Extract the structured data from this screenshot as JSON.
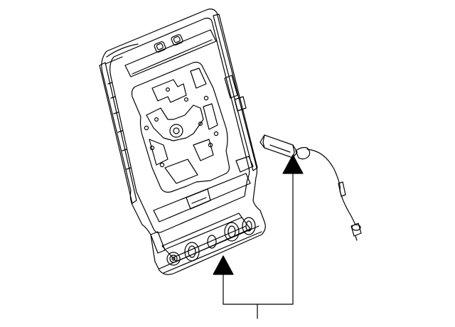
{
  "diagram": {
    "background": "#ffffff",
    "line_color": "#000000",
    "parts": [
      {
        "name": "seat-back-frame",
        "kind": "frame"
      },
      {
        "name": "recliner-handle-cable",
        "kind": "cable"
      }
    ],
    "callouts": [
      {
        "name": "callout-arrow-frame",
        "points_to": "seat-back-frame"
      },
      {
        "name": "callout-arrow-cable",
        "points_to": "recliner-handle-cable"
      }
    ]
  }
}
